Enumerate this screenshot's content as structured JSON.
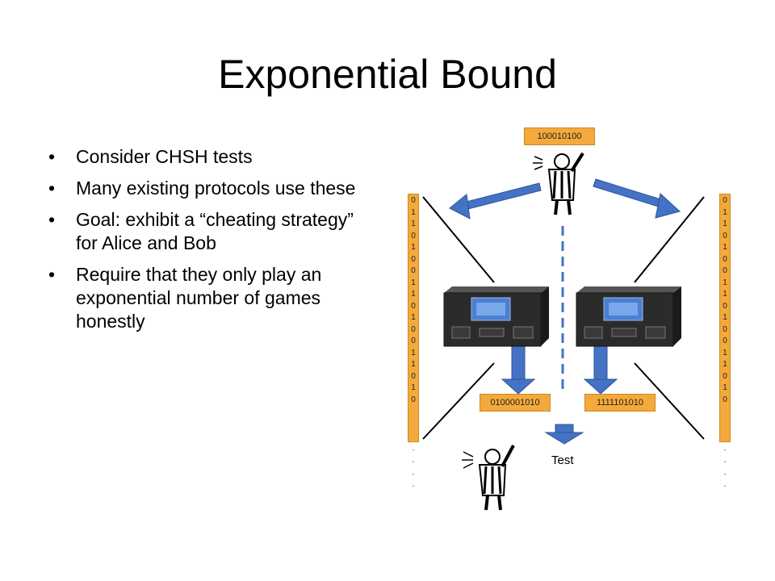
{
  "slide": {
    "title": "Exponential Bound",
    "bullets": [
      "Consider CHSH tests",
      "Many existing protocols use these",
      "Goal: exhibit a “cheating strategy” for Alice and Bob",
      "Require that they only play an exponential number of games honestly"
    ]
  },
  "diagram": {
    "referee_top_bits": "100010100",
    "left_output_bits": "0100001010",
    "right_output_bits": "1111101010",
    "left_column_bits": [
      "0",
      "1",
      "1",
      "0",
      "1",
      "0",
      "0",
      "1",
      "1",
      "0",
      "1",
      "0",
      "0",
      "1",
      "1",
      "0",
      "1",
      "0"
    ],
    "right_column_bits": [
      "0",
      "1",
      "1",
      "0",
      "1",
      "0",
      "0",
      "1",
      "1",
      "0",
      "1",
      "0",
      "0",
      "1",
      "1",
      "0",
      "1",
      "0"
    ],
    "ellipsis": [
      "·",
      "·",
      "·",
      "·"
    ],
    "test_label": "Test",
    "colors": {
      "label_fill": "#f4a93c",
      "arrow_fill": "#4472c4",
      "device_body": "#2b2b2b",
      "screen": "#4a7fd1"
    },
    "icons": [
      "referee-icon",
      "device-icon"
    ]
  }
}
